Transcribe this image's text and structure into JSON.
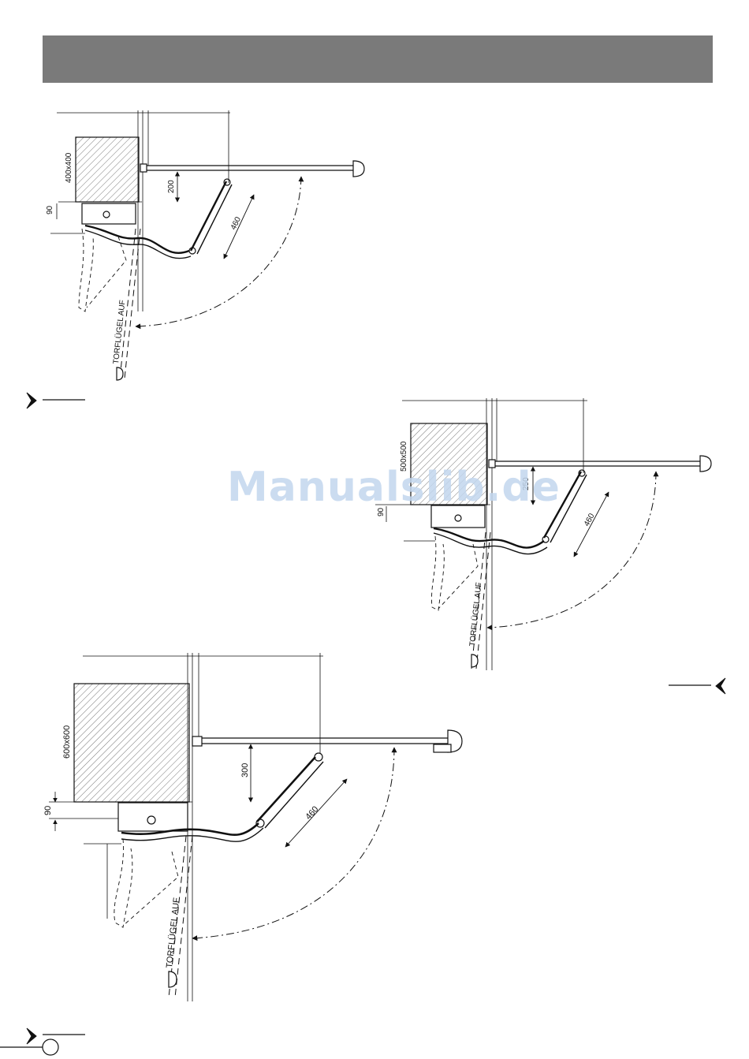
{
  "header": {
    "color": "#7a7a7a"
  },
  "watermark": {
    "text": "Manualslib.de",
    "color": "#c3d7ee"
  },
  "diagrams": [
    {
      "pillar": "400x400",
      "offset": "200",
      "arm": "460",
      "edge": "90",
      "gate_label": "TORFLÜGEL AUF"
    },
    {
      "pillar": "500x500",
      "offset": "250",
      "arm": "460",
      "edge": "90",
      "gate_label": "TORFLÜGEL AUF"
    },
    {
      "pillar": "600x600",
      "offset": "300",
      "arm": "460",
      "edge": "90",
      "gate_label": "TORFLÜGEL AUF"
    }
  ]
}
